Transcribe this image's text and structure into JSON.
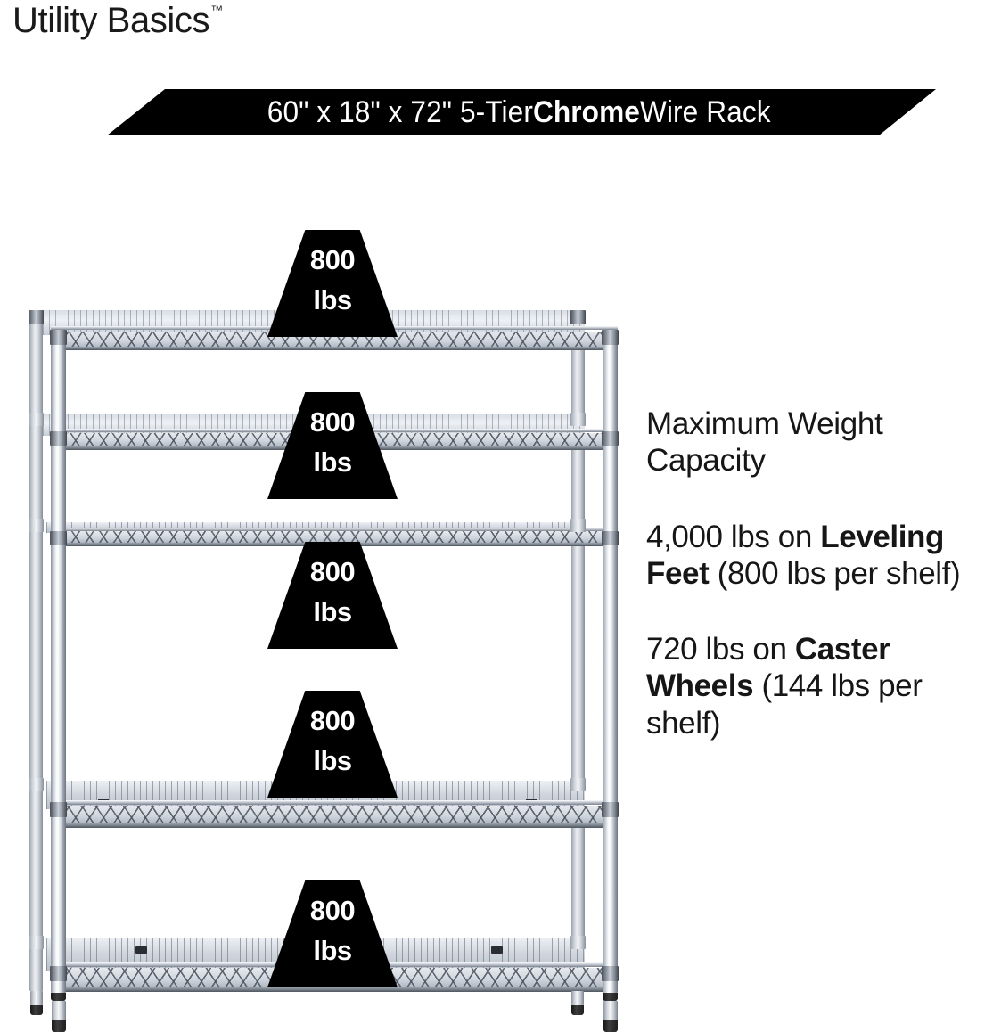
{
  "brand": {
    "name": "Utility Basics",
    "trademark": "™"
  },
  "banner": {
    "text_before_bold": "60\" x 18\" x 72\" 5-Tier ",
    "bold_word": "Chrome",
    "text_after_bold": " Wire Rack",
    "background_color": "#000000",
    "text_color": "#ffffff"
  },
  "product": {
    "tier_count": 5,
    "shelves": [
      {
        "index": 1,
        "capacity": "800",
        "unit": "lbs"
      },
      {
        "index": 2,
        "capacity": "800",
        "unit": "lbs"
      },
      {
        "index": 3,
        "capacity": "800",
        "unit": "lbs"
      },
      {
        "index": 4,
        "capacity": "800",
        "unit": "lbs"
      },
      {
        "index": 5,
        "capacity": "800",
        "unit": "lbs"
      }
    ]
  },
  "copy": {
    "heading": "Maximum Weight Capacity",
    "leveling": {
      "lead": "4,000 lbs on ",
      "bold": "Leveling Feet",
      "tail": " (800 lbs per shelf)"
    },
    "caster": {
      "lead": "720 lbs on ",
      "bold": "Caster Wheels",
      "tail": " (144 lbs per shelf)"
    }
  },
  "colors": {
    "background": "#ffffff",
    "text": "#161616",
    "badge_fill": "#000000",
    "badge_text": "#ffffff",
    "chrome_light": "#eef1f5",
    "chrome_mid": "#c8ced7",
    "chrome_dark": "#6e757f"
  }
}
